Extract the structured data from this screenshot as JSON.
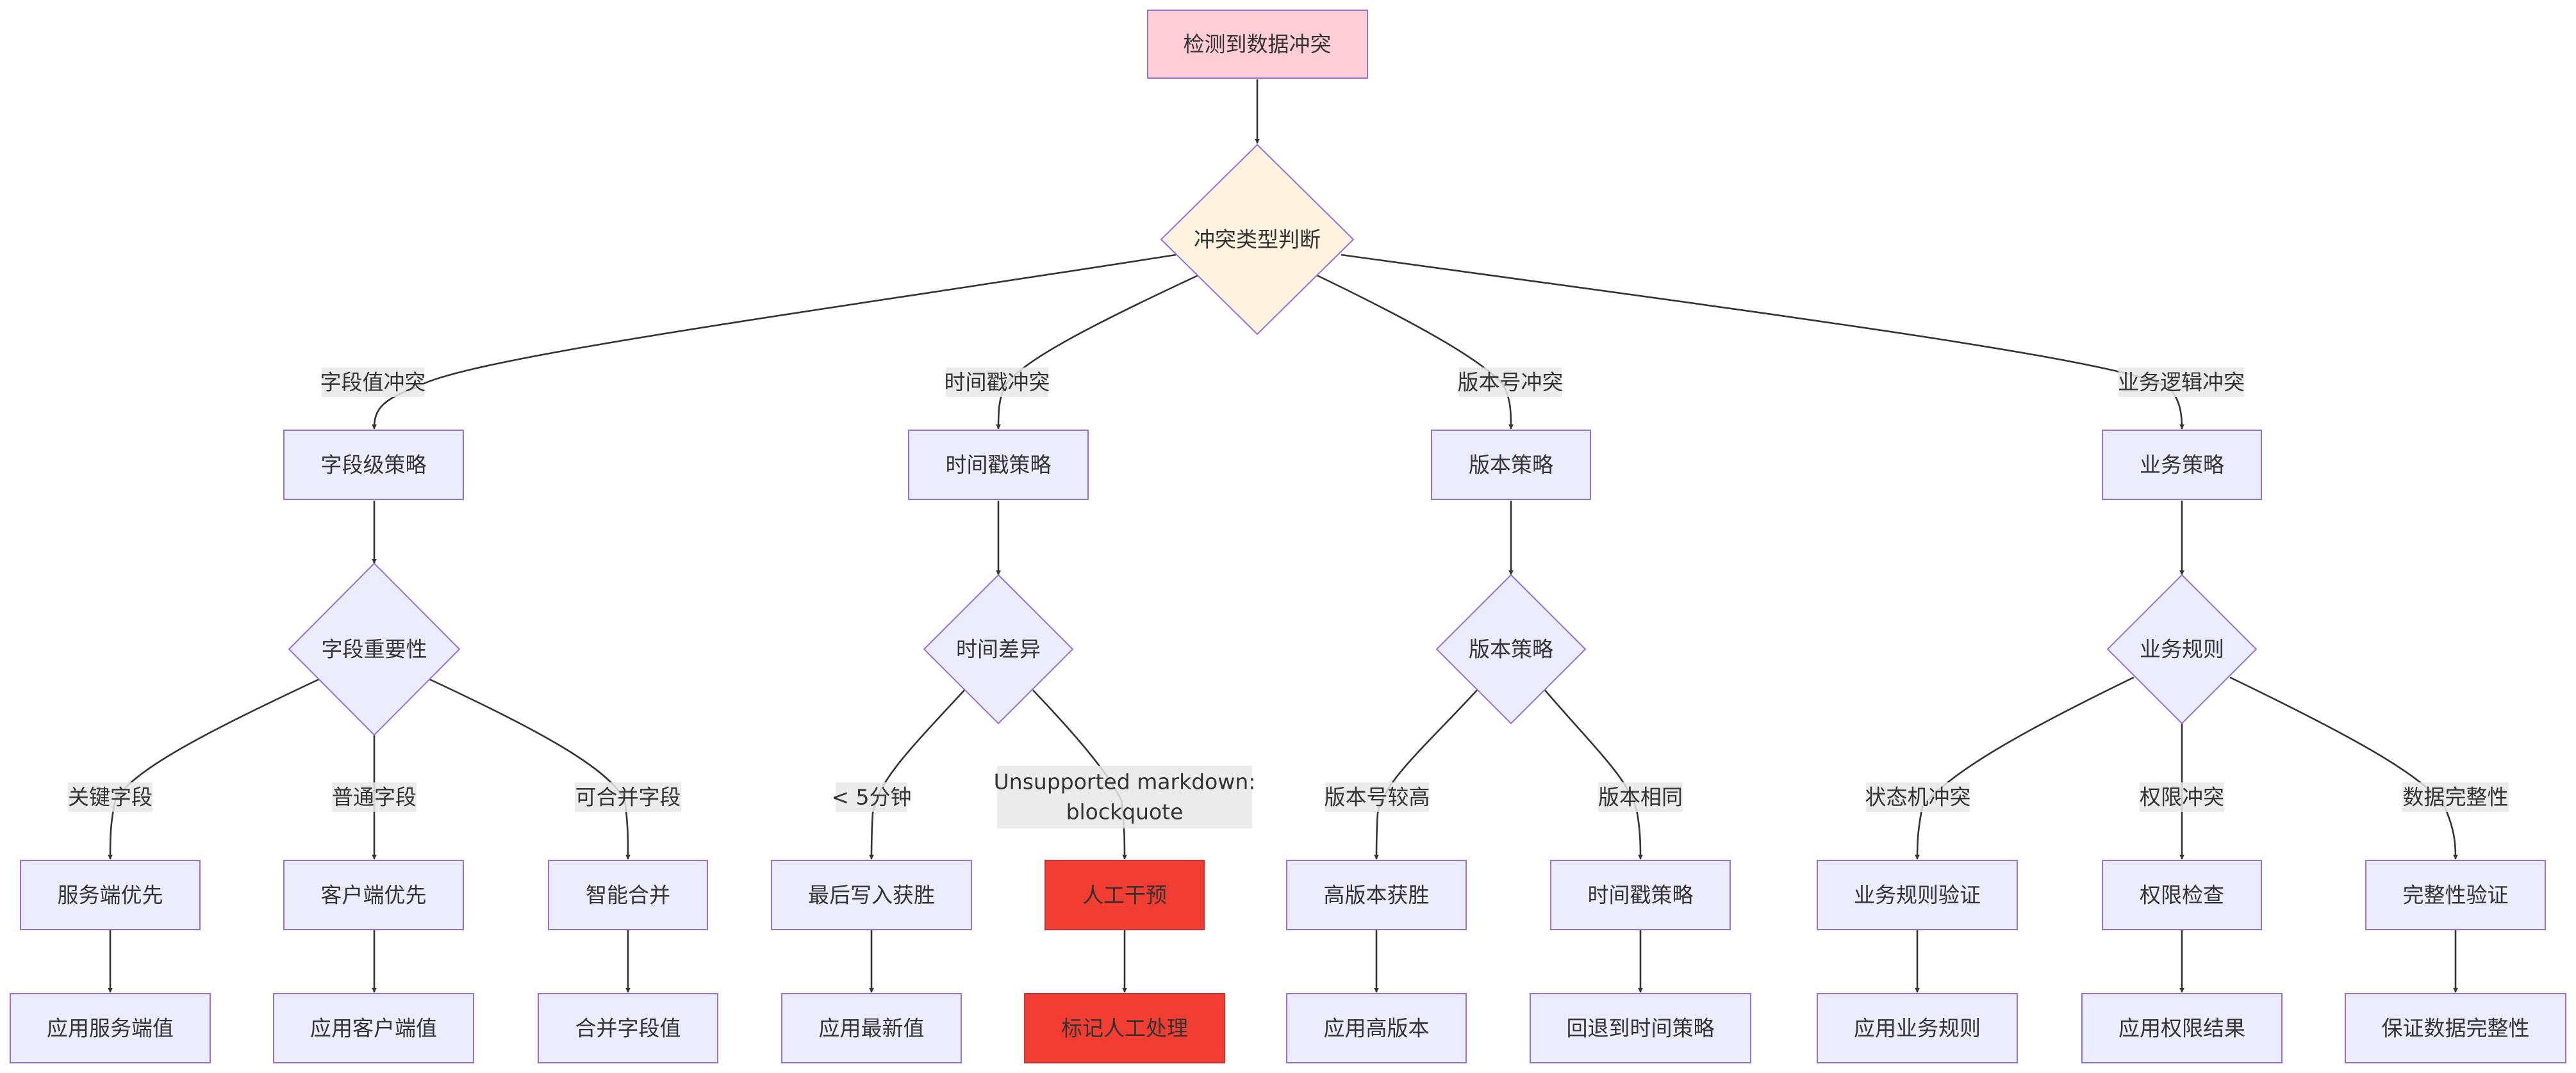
{
  "colors": {
    "node_fill": "#ececff",
    "node_stroke": "#9370db",
    "start_fill": "#ffcdd6",
    "start_stroke": "#9370db",
    "decision_fill": "#fff2de",
    "manual_fill": "#f23d32",
    "manual_stroke": "#cc3333",
    "edge": "#333333",
    "label_bg": "#e8e8e8"
  },
  "nodes": {
    "start": "检测到数据冲突",
    "conflict_type": "冲突类型判断",
    "field_strategy": "字段级策略",
    "timestamp_strategy": "时间戳策略",
    "version_strategy": "版本策略",
    "business_strategy": "业务策略",
    "field_importance": "字段重要性",
    "time_diff": "时间差异",
    "version_decision": "版本策略",
    "business_rules": "业务规则",
    "server_wins": "服务端优先",
    "client_wins": "客户端优先",
    "smart_merge": "智能合并",
    "last_write_wins": "最后写入获胜",
    "manual_intervention": "人工干预",
    "higher_version_wins": "高版本获胜",
    "fallback_timestamp_strategy": "时间戳策略",
    "business_rule_validation": "业务规则验证",
    "permission_check": "权限检查",
    "integrity_validation": "完整性验证",
    "apply_server_value": "应用服务端值",
    "apply_client_value": "应用客户端值",
    "merge_field_values": "合并字段值",
    "apply_latest_value": "应用最新值",
    "mark_manual_processing": "标记人工处理",
    "apply_higher_version": "应用高版本",
    "fallback_to_time_strategy": "回退到时间策略",
    "apply_business_rules": "应用业务规则",
    "apply_permission_result": "应用权限结果",
    "ensure_data_integrity": "保证数据完整性"
  },
  "edge_labels": {
    "field_value_conflict": "字段值冲突",
    "timestamp_conflict": "时间戳冲突",
    "version_conflict": "版本号冲突",
    "business_logic_conflict": "业务逻辑冲突",
    "key_field": "关键字段",
    "normal_field": "普通字段",
    "mergeable_field": "可合并字段",
    "under_5_minutes": "< 5分钟",
    "unsupported_line1": "Unsupported markdown:",
    "unsupported_line2": "blockquote",
    "higher_version": "版本号较高",
    "same_version": "版本相同",
    "state_machine_conflict": "状态机冲突",
    "permission_conflict": "权限冲突",
    "data_integrity": "数据完整性"
  }
}
